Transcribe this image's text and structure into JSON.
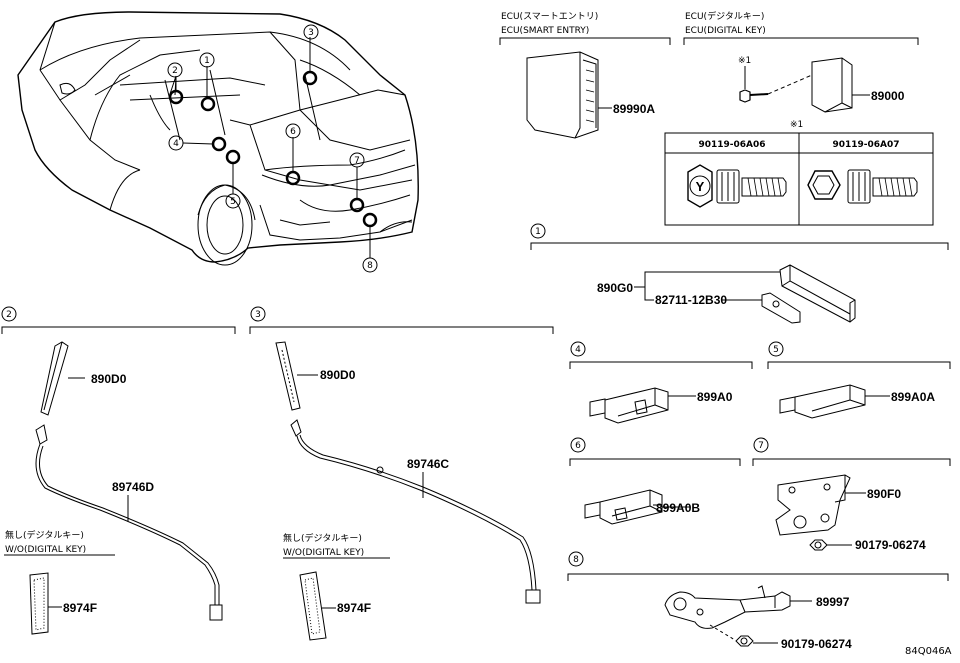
{
  "diagram_code": "84Q046A",
  "colors": {
    "line": "#000000",
    "bg": "#ffffff"
  },
  "top_right": {
    "ecu_smart": {
      "jp": "ECU(スマートエントリ)",
      "en": "ECU(SMART ENTRY)",
      "part": "89990A"
    },
    "ecu_digital": {
      "jp": "ECU(デジタルキー)",
      "en": "ECU(DIGITAL KEY)",
      "part": "89000",
      "mark": "※1"
    },
    "bolt_table": {
      "mark": "※1",
      "col1": "90119-06A06",
      "col2": "90119-06A07",
      "y_mark": "Y"
    }
  },
  "callouts": [
    "1",
    "2",
    "3",
    "4",
    "5",
    "6",
    "7",
    "8"
  ],
  "sec1": {
    "num": "1",
    "part_a": "890G0",
    "part_b": "82711-12B30"
  },
  "sec2": {
    "num": "2",
    "part_a": "890D0",
    "part_b": "89746D",
    "wo_jp": "無し(デジタルキー)",
    "wo_en": "W/O(DIGITAL KEY)",
    "part_c": "8974F"
  },
  "sec3": {
    "num": "3",
    "part_a": "890D0",
    "part_b": "89746C",
    "wo_jp": "無し(デジタルキー)",
    "wo_en": "W/O(DIGITAL KEY)",
    "part_c": "8974F"
  },
  "sec4": {
    "num": "4",
    "part": "899A0"
  },
  "sec5": {
    "num": "5",
    "part": "899A0A"
  },
  "sec6": {
    "num": "6",
    "part": "899A0B"
  },
  "sec7": {
    "num": "7",
    "part_a": "890F0",
    "part_b": "90179-06274"
  },
  "sec8": {
    "num": "8",
    "part_a": "89997",
    "part_b": "90179-06274"
  }
}
